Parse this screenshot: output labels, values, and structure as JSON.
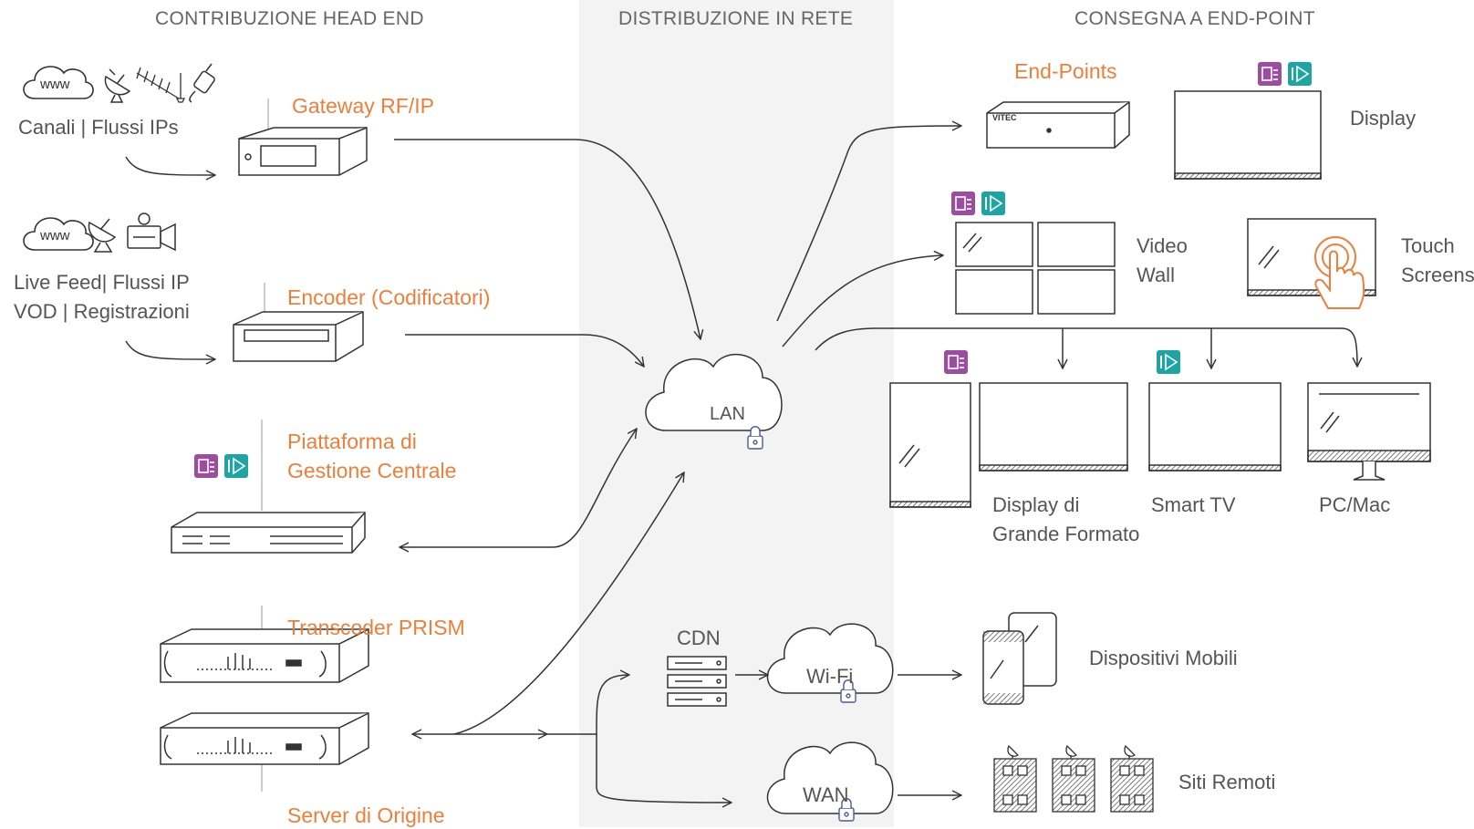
{
  "columns": {
    "head_end": "CONTRIBUZIONE HEAD END",
    "network": "DISTRIBUZIONE IN RETE",
    "endpoint": "CONSEGNA A END-POINT"
  },
  "head_end": {
    "sources_1": "Canali | Flussi IPs",
    "sources_2_line1": "Live Feed| Flussi IP",
    "sources_2_line2": "VOD | Registrazioni",
    "www": "www",
    "gateway": "Gateway RF/IP",
    "encoder": "Encoder (Codificatori)",
    "platform_line1": "Piattaforma di",
    "platform_line2": "Gestione Centrale",
    "transcoder": "Transcoder PRISM",
    "origin": "Server di Origine"
  },
  "network": {
    "lan": "LAN",
    "cdn": "CDN",
    "wifi": "Wi-Fi",
    "wan": "WAN"
  },
  "endpoint": {
    "endpoints": "End-Points",
    "vitec": "VITEC",
    "display": "Display",
    "video_wall_line1": "Video",
    "video_wall_line2": "Wall",
    "touch_line1": "Touch",
    "touch_line2": "Screens",
    "large_display_line1": "Display di",
    "large_display_line2": "Grande Formato",
    "smart_tv": "Smart TV",
    "pc_mac": "PC/Mac",
    "mobile": "Dispositivi Mobili",
    "remote": "Siti Remoti"
  },
  "colors": {
    "accent": "#ee7e3a",
    "badge_purple": "#9b4d9e",
    "badge_teal": "#1fa3a3",
    "band": "#f3f3f3",
    "line": "#333333"
  }
}
